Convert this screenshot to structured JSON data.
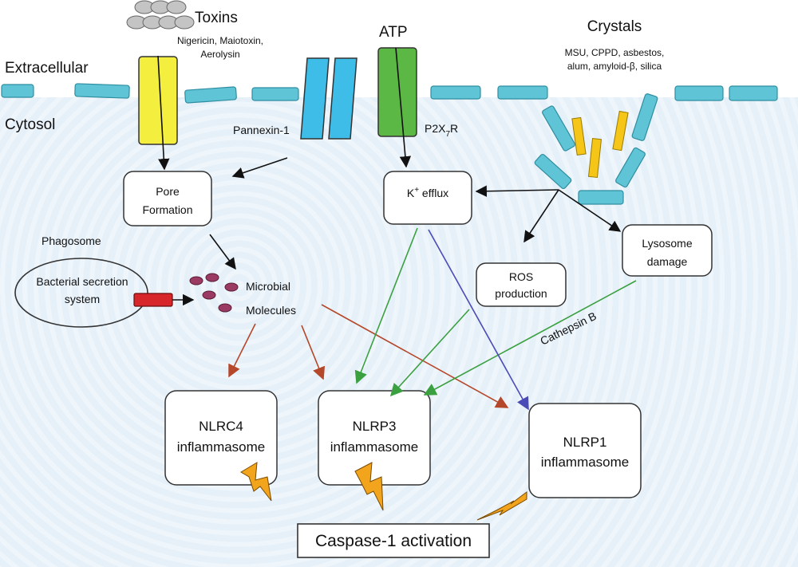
{
  "labels": {
    "extracellular": "Extracellular",
    "cytosol": "Cytosol",
    "toxins": "Toxins",
    "toxin_examples_1": "Nigericin, Maiotoxin,",
    "toxin_examples_2": "Aerolysin",
    "atp": "ATP",
    "crystals": "Crystals",
    "crystal_examples_1": "MSU, CPPD, asbestos,",
    "crystal_examples_2": "alum, amyloid-β, silica",
    "pannexin": "Pannexin-1",
    "p2x7r_main": "P2X",
    "p2x7r_sub": "7",
    "p2x7r_end": "R",
    "pore_1": "Pore",
    "pore_2": "Formation",
    "k_main": "K",
    "k_sup": "+",
    "k_end": " efflux",
    "phagosome": "Phagosome",
    "bacterial_1": "Bacterial secretion",
    "bacterial_2": "system",
    "microbial_1": "Microbial",
    "microbial_2": "Molecules",
    "ros_1": "ROS",
    "ros_2": "production",
    "lysosome_1": "Lysosome",
    "lysosome_2": "damage",
    "cathepsin": "Cathepsin B",
    "nlrc4_1": "NLRC4",
    "nlrc4_2": "inflammasome",
    "nlrp3_1": "NLRP3",
    "nlrp3_2": "inflammasome",
    "nlrp1_1": "NLRP1",
    "nlrp1_2": "inflammasome",
    "caspase": "Caspase-1 activation"
  },
  "colors": {
    "membrane_segment": "#5fc4d6",
    "toxin_channel": "#f4ef3e",
    "pannexin_channel": "#3dbde8",
    "p2x7_channel": "#5cb844",
    "crystal": "#f5c518",
    "toxin_particle": "#c4c4c4",
    "microbe_particle": "#9b3a63",
    "secretion_system": "#d6262a",
    "black_arrow": "#111111",
    "brown_arrow": "#b5482a",
    "green_arrow": "#3aa040",
    "blue_arrow": "#4b4bb8",
    "lightning": "#f2a51c"
  }
}
